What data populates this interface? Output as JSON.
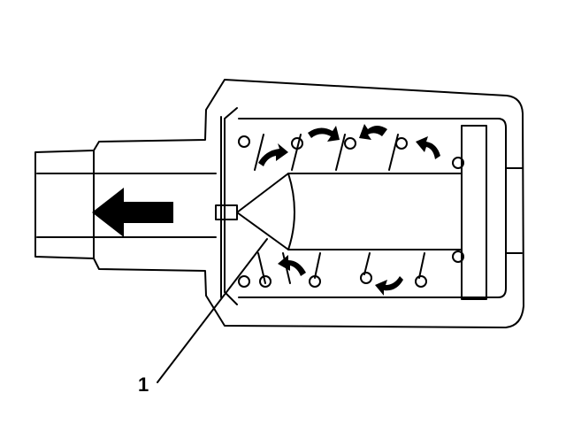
{
  "diagram": {
    "callouts": [
      {
        "id": "1",
        "label": "1",
        "target": "valve-cone"
      }
    ],
    "flow_direction": "left",
    "colors": {
      "ink": "#000000",
      "paper": "#ffffff"
    },
    "icons": [
      "flow-arrow-icon",
      "swirl-arrow-icon"
    ]
  }
}
